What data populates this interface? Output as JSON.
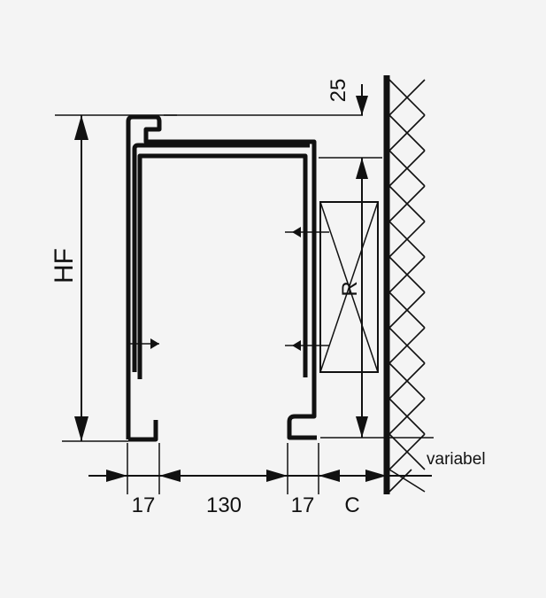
{
  "diagram": {
    "labels": {
      "height": "HF",
      "top_offset": "25",
      "component": "R",
      "variable_note": "variabel",
      "dim_left": "17",
      "dim_middle": "130",
      "dim_right": "17",
      "dim_clearance": "C"
    }
  }
}
